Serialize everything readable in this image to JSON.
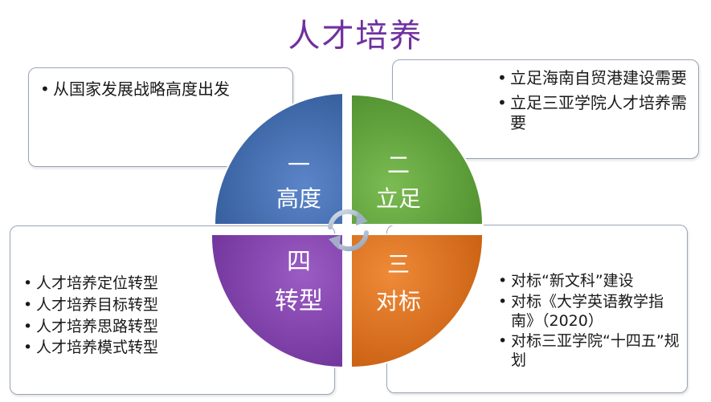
{
  "title": "人才培养",
  "quadrants": [
    {
      "key": "tl",
      "line1": "一",
      "line2": "高度",
      "color": "#3a66a8",
      "light": "#5b85c8"
    },
    {
      "key": "tr",
      "line1": "二",
      "line2": "立足",
      "color": "#5a9a35",
      "light": "#7bbb52"
    },
    {
      "key": "bl",
      "line1": "四",
      "line2": "转型",
      "color": "#7b3aa6",
      "light": "#9b5cc4"
    },
    {
      "key": "br",
      "line1": "三",
      "line2": "对标",
      "color": "#d66a16",
      "light": "#ee8a38"
    }
  ],
  "boxes": {
    "tl": {
      "items": [
        "从国家发展战略高度出发"
      ]
    },
    "tr": {
      "items": [
        "立足海南自贸港建设需要",
        "立足三亚学院人才培养需要"
      ]
    },
    "bl": {
      "items": [
        "人才培养定位转型",
        "人才培养目标转型",
        "人才培养思路转型",
        "人才培养模式转型"
      ]
    },
    "br": {
      "items": [
        "对标“新文科”建设",
        "对标《大学英语教学指南》（2020）",
        "对标三亚学院“十四五”规划"
      ]
    }
  },
  "icons": {
    "center": "circular-arrows-icon"
  }
}
